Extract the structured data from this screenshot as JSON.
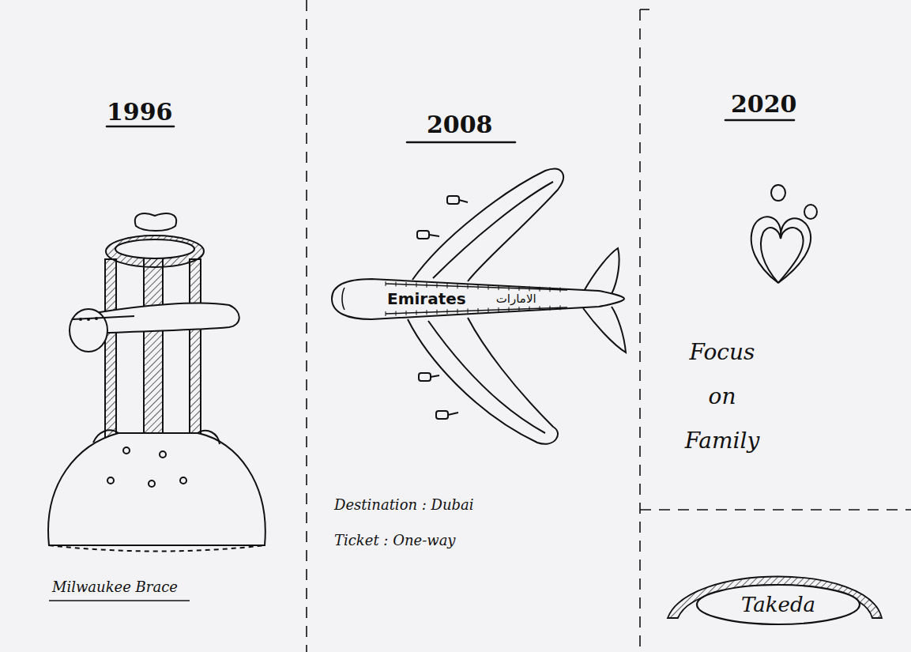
{
  "diagram": {
    "nodes": [
      {
        "text": [
          "Emirates",
          "الامارات"
        ]
      },
      {
        "text": [
          "Takeda"
        ]
      }
    ],
    "labels": [
      "1996",
      "Milwaukee Brace",
      "2008",
      "Destination : Dubai",
      "Ticket : One-way",
      "2020",
      "Focus on Family"
    ]
  }
}
